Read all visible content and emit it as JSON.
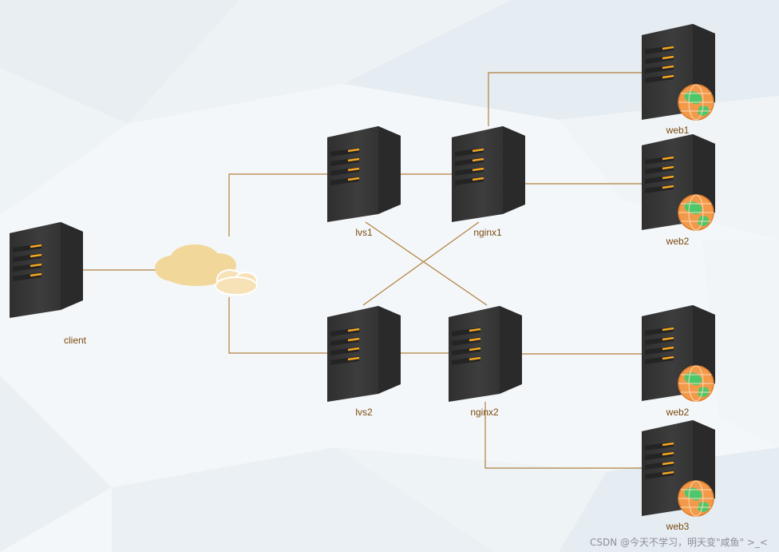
{
  "colors": {
    "link": "#b0803e",
    "label": "#7a4a10",
    "server_body": "#3b3b3b",
    "server_accent": "#f5a623",
    "cloud": "#f2d79b",
    "globe": "#f29a4a",
    "globe_land": "#4cc86a"
  },
  "nodes": {
    "client": {
      "label": "client",
      "icon": "server-icon"
    },
    "internet": {
      "label": "",
      "icon": "cloud-icon"
    },
    "lvs1": {
      "label": "lvs1",
      "icon": "server-icon"
    },
    "lvs2": {
      "label": "lvs2",
      "icon": "server-icon"
    },
    "nginx1": {
      "label": "nginx1",
      "icon": "server-icon"
    },
    "nginx2": {
      "label": "nginx2",
      "icon": "server-icon"
    },
    "web1": {
      "label": "web1",
      "icon": "web-server-icon"
    },
    "web2a": {
      "label": "web2",
      "icon": "web-server-icon"
    },
    "web2b": {
      "label": "web2",
      "icon": "web-server-icon"
    },
    "web3": {
      "label": "web3",
      "icon": "web-server-icon"
    }
  },
  "edges": [
    [
      "client",
      "internet"
    ],
    [
      "internet",
      "lvs1"
    ],
    [
      "internet",
      "lvs2"
    ],
    [
      "lvs1",
      "nginx1"
    ],
    [
      "lvs2",
      "nginx2"
    ],
    [
      "lvs1",
      "nginx2"
    ],
    [
      "lvs2",
      "nginx1"
    ],
    [
      "nginx1",
      "web1"
    ],
    [
      "nginx1",
      "web2a"
    ],
    [
      "nginx2",
      "web2b"
    ],
    [
      "nginx2",
      "web3"
    ]
  ],
  "watermark": "CSDN @今天不学习，明天变\"咸鱼\" >_<"
}
